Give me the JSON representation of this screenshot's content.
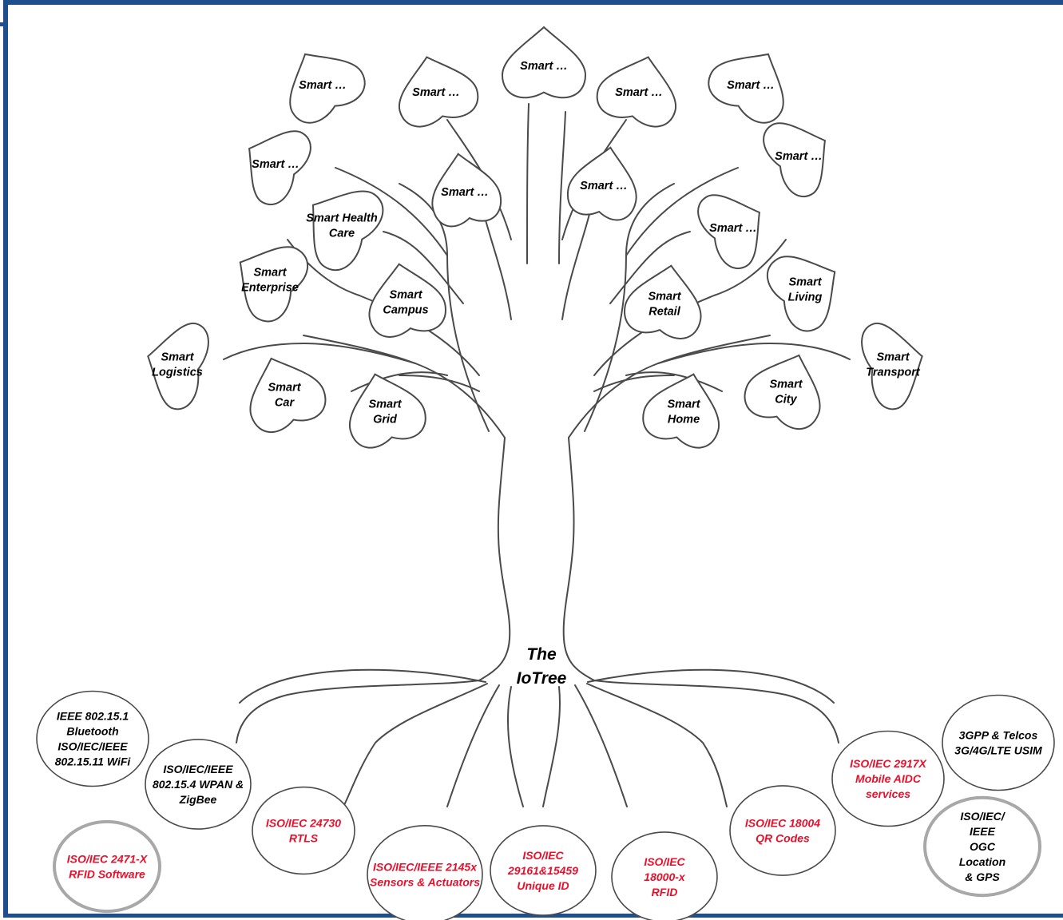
{
  "colors": {
    "frame": "#1f4e8c",
    "ink": "#000000",
    "standard_red": "#e8102a",
    "outline": "#4a4a4a",
    "thick_outline": "#a8a8a8"
  },
  "title": [
    "The",
    "IoTree"
  ],
  "leaves": [
    {
      "id": "leaf-top-center",
      "lines": [
        "Smart …"
      ]
    },
    {
      "id": "leaf-upper-left-1",
      "lines": [
        "Smart …"
      ]
    },
    {
      "id": "leaf-upper-left-2",
      "lines": [
        "Smart …"
      ]
    },
    {
      "id": "leaf-upper-right-1",
      "lines": [
        "Smart …"
      ]
    },
    {
      "id": "leaf-upper-right-2",
      "lines": [
        "Smart …"
      ]
    },
    {
      "id": "leaf-left-mid",
      "lines": [
        "Smart …"
      ]
    },
    {
      "id": "leaf-right-mid",
      "lines": [
        "Smart …"
      ]
    },
    {
      "id": "leaf-inner-left",
      "lines": [
        "Smart …"
      ]
    },
    {
      "id": "leaf-inner-right",
      "lines": [
        "Smart …"
      ]
    },
    {
      "id": "leaf-right-lower",
      "lines": [
        "Smart …"
      ]
    },
    {
      "id": "leaf-health-care",
      "lines": [
        "Smart  Health",
        "Care"
      ]
    },
    {
      "id": "leaf-enterprise",
      "lines": [
        "Smart",
        "Enterprise"
      ]
    },
    {
      "id": "leaf-campus",
      "lines": [
        "Smart",
        "Campus"
      ]
    },
    {
      "id": "leaf-retail",
      "lines": [
        "Smart",
        "Retail"
      ]
    },
    {
      "id": "leaf-living",
      "lines": [
        "Smart",
        "Living"
      ]
    },
    {
      "id": "leaf-logistics",
      "lines": [
        "Smart",
        "Logistics"
      ]
    },
    {
      "id": "leaf-car",
      "lines": [
        "Smart",
        "Car"
      ]
    },
    {
      "id": "leaf-grid",
      "lines": [
        "Smart",
        "Grid"
      ]
    },
    {
      "id": "leaf-home",
      "lines": [
        "Smart",
        "Home"
      ]
    },
    {
      "id": "leaf-city",
      "lines": [
        "Smart",
        "City"
      ]
    },
    {
      "id": "leaf-transport",
      "lines": [
        "Smart",
        "Transport"
      ]
    }
  ],
  "roots": [
    {
      "id": "root-bluetooth-wifi",
      "color": "black",
      "lines": [
        "IEEE 802.15.1",
        "Bluetooth",
        "ISO/IEC/IEEE",
        "802.15.11 WiFi"
      ]
    },
    {
      "id": "root-wpan-zigbee",
      "color": "black",
      "lines": [
        "ISO/IEC/IEEE",
        "802.15.4 WPAN &",
        "ZigBee"
      ]
    },
    {
      "id": "root-rfid-software",
      "color": "red",
      "lines": [
        "ISO/IEC 2471-X",
        "RFID Software"
      ]
    },
    {
      "id": "root-rtls",
      "color": "red",
      "lines": [
        "ISO/IEC 24730",
        "RTLS"
      ]
    },
    {
      "id": "root-sensors",
      "color": "red",
      "lines": [
        "ISO/IEC/IEEE 2145x",
        "Sensors & Actuators"
      ]
    },
    {
      "id": "root-unique-id",
      "color": "red",
      "lines": [
        "ISO/IEC",
        "29161&15459",
        "Unique ID"
      ]
    },
    {
      "id": "root-18000-rfid",
      "color": "red",
      "lines": [
        "ISO/IEC",
        "18000-x",
        "RFID"
      ]
    },
    {
      "id": "root-qr-codes",
      "color": "red",
      "lines": [
        "ISO/IEC 18004",
        "QR Codes"
      ]
    },
    {
      "id": "root-mobile-aidc",
      "color": "red",
      "lines": [
        "ISO/IEC 2917X",
        "Mobile AIDC",
        "services"
      ]
    },
    {
      "id": "root-3gpp",
      "color": "black",
      "lines": [
        "3GPP & Telcos",
        "3G/4G/LTE USIM"
      ]
    },
    {
      "id": "root-ogc-gps",
      "color": "black",
      "lines": [
        "ISO/IEC/",
        "IEEE",
        "OGC",
        "Location",
        "& GPS"
      ]
    }
  ]
}
